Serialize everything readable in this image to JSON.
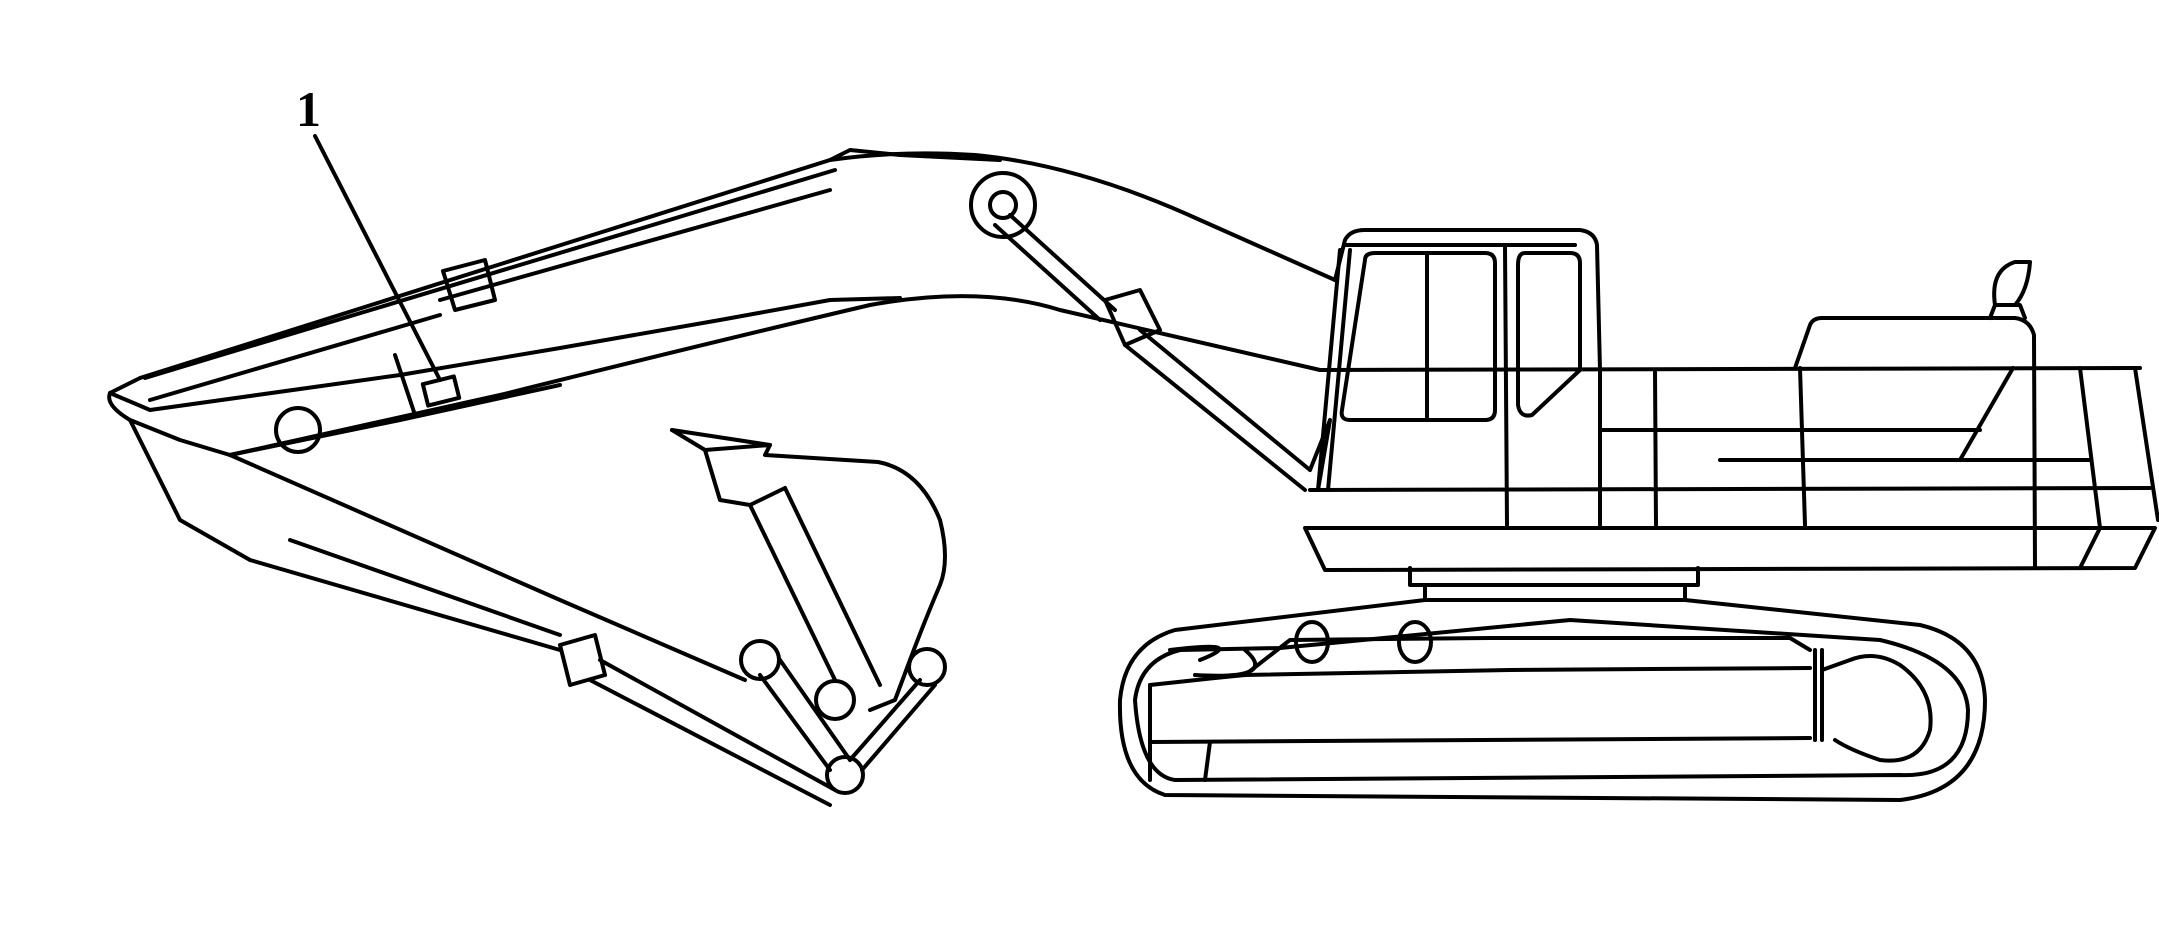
{
  "figure": {
    "subject": "Hydraulic excavator side view line drawing",
    "background": "#ffffff",
    "line_color": "#000000",
    "callouts": [
      {
        "label": "1",
        "target": "plate-on-arm"
      }
    ]
  }
}
